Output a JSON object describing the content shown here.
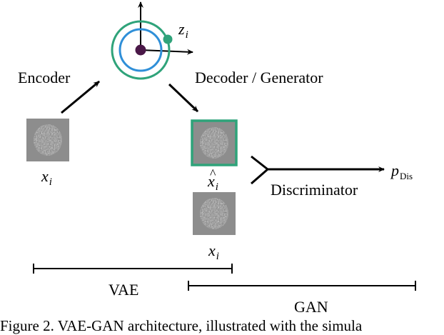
{
  "labels": {
    "encoder": "Encoder",
    "decoder": "Decoder / Generator",
    "discriminator": "Discriminator",
    "vae": "VAE",
    "gan": "GAN"
  },
  "math": {
    "z_base": "z",
    "z_sub": "i",
    "x_base": "x",
    "x_sub": "i",
    "xhat_hat": "^",
    "xhat_base": "x",
    "xhat_sub": "i",
    "x2_base": "x",
    "x2_sub": "i",
    "p_base": "p",
    "p_sub": "Dis"
  },
  "caption": "Figure 2. VAE-GAN architecture, illustrated with the simula",
  "colors": {
    "outer_ring": "#2fa37a",
    "inner_ring": "#2f8fd8",
    "center_dot": "#4a1848",
    "z_dot": "#2fa37a",
    "generated_frame": "#2fa37a",
    "patch_bg": "#8d8d8d"
  }
}
